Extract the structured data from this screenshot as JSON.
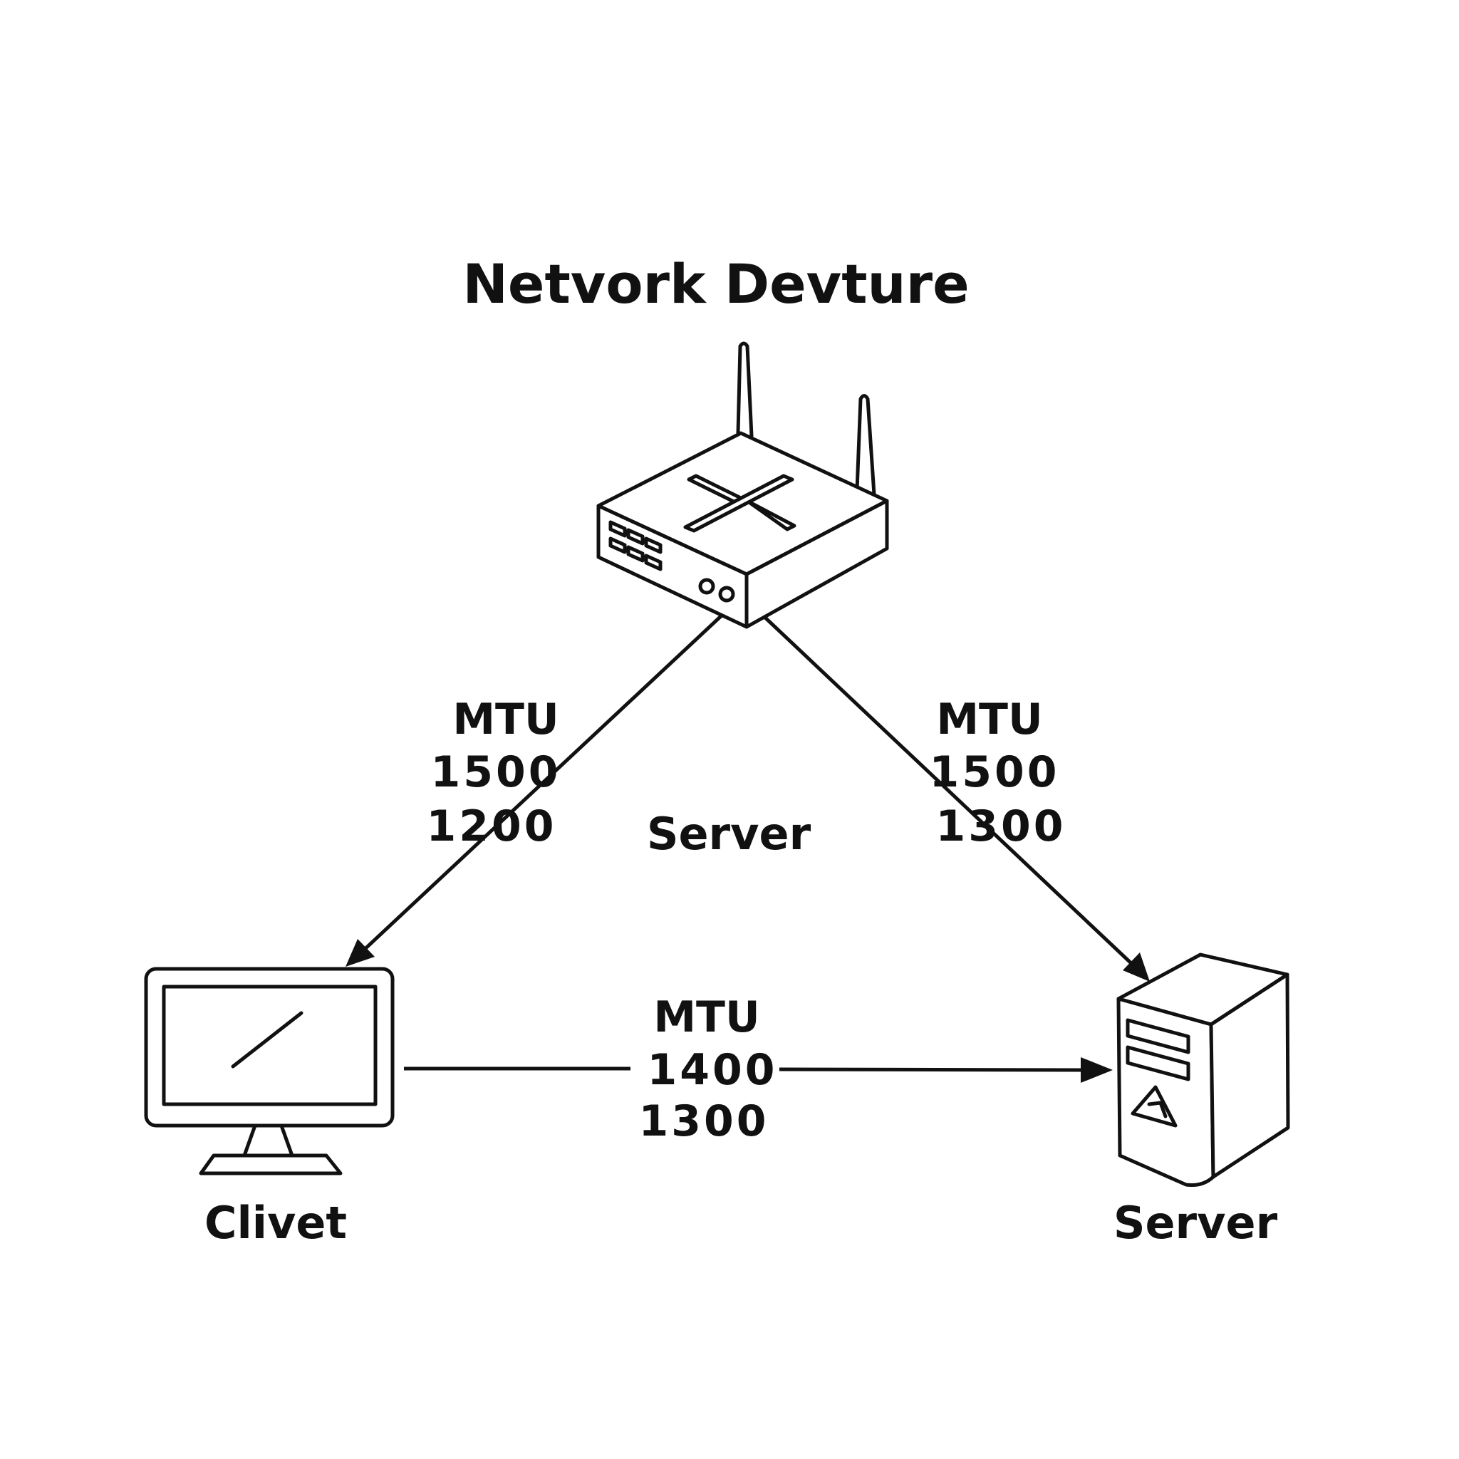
{
  "title": "Netvork Devture",
  "center_label": "Server",
  "nodes": {
    "router": {
      "icon": "router-icon"
    },
    "client": {
      "label": "Clivet",
      "icon": "monitor-icon"
    },
    "server": {
      "label": "Server",
      "icon": "server-tower-icon"
    }
  },
  "links": {
    "router_to_client": {
      "heading": "MTU",
      "value_1": "1500",
      "value_2": "1200"
    },
    "router_to_server": {
      "heading": "MTU",
      "value_1": "1500",
      "value_2": "1300"
    },
    "client_to_server": {
      "heading": "MTU",
      "value_1": "1400",
      "value_2": "1300"
    }
  },
  "colors": {
    "ink": "#111111",
    "background": "#ffffff"
  }
}
